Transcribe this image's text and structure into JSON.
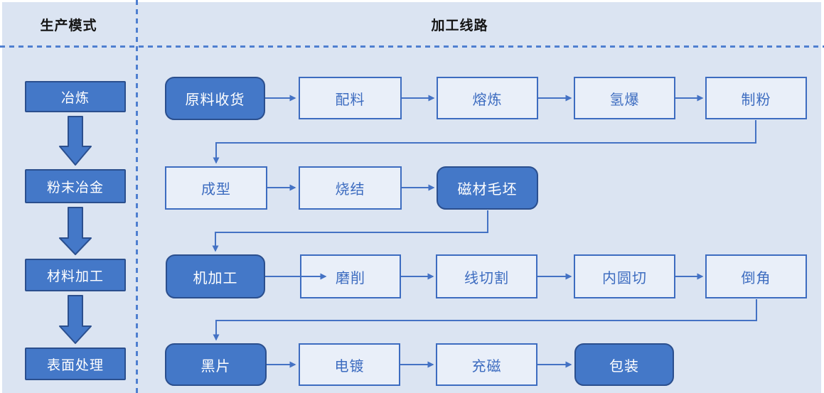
{
  "header": {
    "left": "生产模式",
    "right": "加工线路"
  },
  "sidebar": {
    "items": [
      "冶炼",
      "粉末冶金",
      "材料加工",
      "表面处理"
    ]
  },
  "flow": {
    "row1": [
      "原料收货",
      "配料",
      "熔炼",
      "氢爆",
      "制粉"
    ],
    "row2": [
      "成型",
      "烧结",
      "磁材毛坯"
    ],
    "row3": [
      "机加工",
      "磨削",
      "线切割",
      "内圆切",
      "倒角"
    ],
    "row4": [
      "黑片",
      "电镀",
      "充磁",
      "包装"
    ]
  },
  "colors": {
    "bg": "#dbe4f2",
    "box_fill": "#4478c8",
    "box_border": "#2b4f8e",
    "filled_text": "#ffffff",
    "outline_fill": "#e9eff9",
    "outline_border": "#3d6cc0",
    "outline_text": "#3d6cc0",
    "line": "#4472c4",
    "dash": "#4f7fd0",
    "header_text": "#141414"
  }
}
